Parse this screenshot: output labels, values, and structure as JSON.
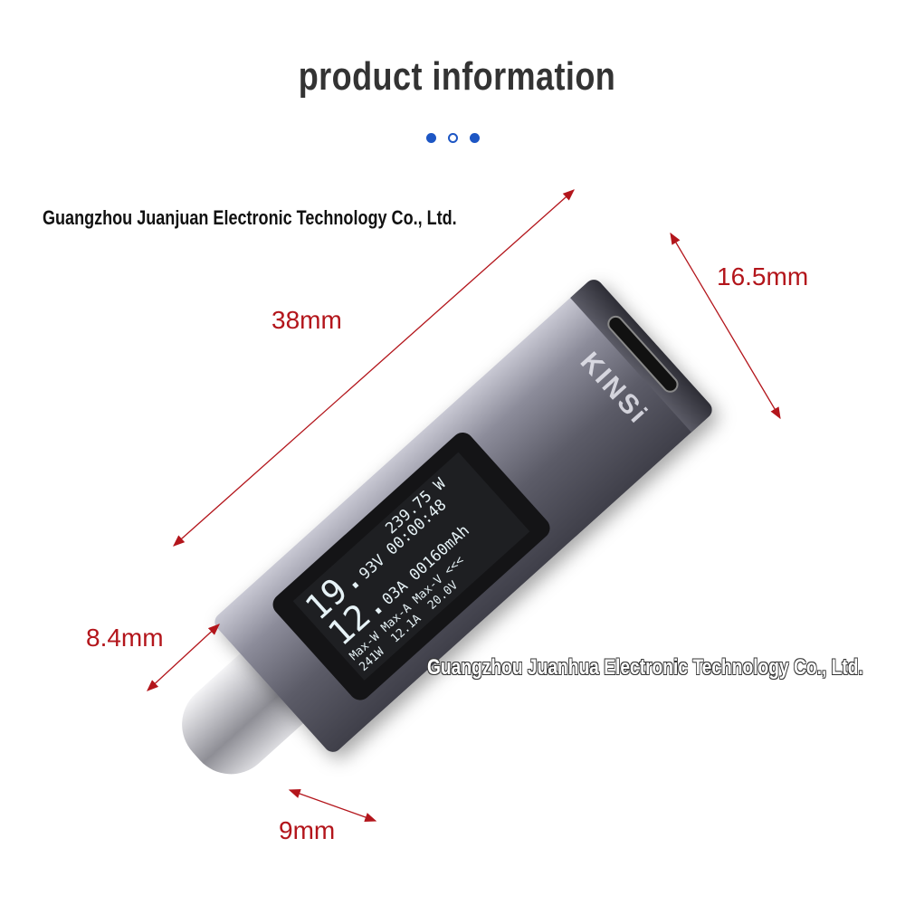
{
  "header": {
    "title": "product information",
    "pager": {
      "count": 3,
      "active_style": [
        "filled",
        "hollow",
        "filled"
      ],
      "color": "#1d56c4"
    }
  },
  "watermarks": {
    "top": "Guangzhou Juanjuan Electronic Technology Co., Ltd.",
    "bottom": "Guangzhou Juanhua Electronic Technology Co., Ltd."
  },
  "dimensions": {
    "length": "38mm",
    "width": "16.5mm",
    "thickness": "8.4mm",
    "plug": "9mm",
    "color": "#b3151b"
  },
  "device": {
    "logo": "KINSi",
    "screen": {
      "voltage_int": "19.",
      "voltage_dec": "93V",
      "time": "00:00:48",
      "power": "239.75 W",
      "current_int": "12.",
      "current_dec": "03A",
      "capacity": "00160mAh",
      "max_w_label": "Max-W",
      "max_a_label": "Max-A",
      "max_v_label": "Max-V",
      "arrows": "<<<",
      "max_w": "241W",
      "max_a": "12.1A",
      "max_v": "20.0V"
    }
  }
}
